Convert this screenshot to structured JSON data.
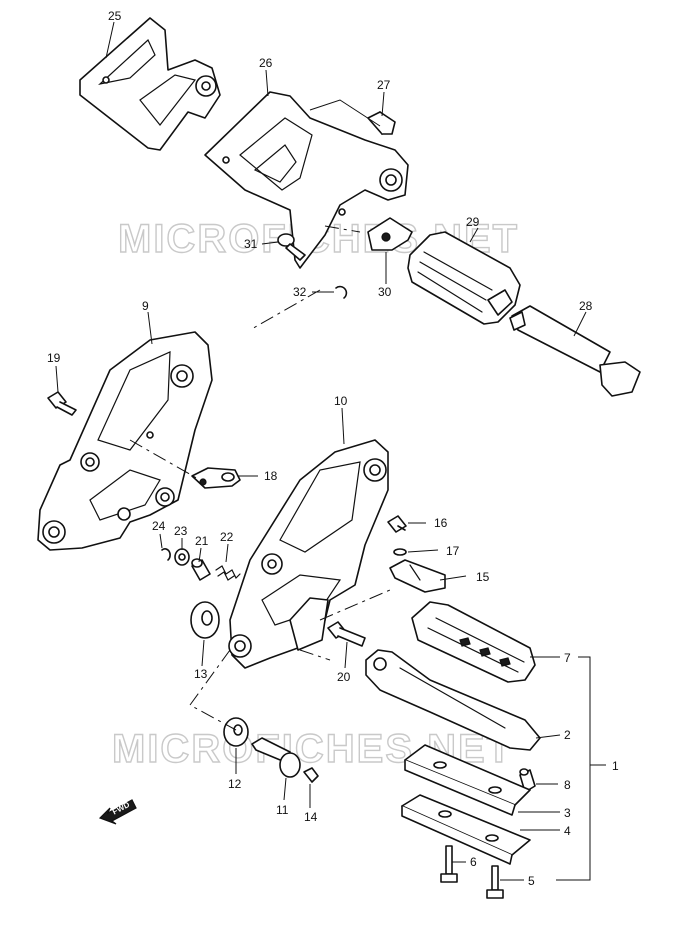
{
  "watermark": "MICROFICHES.NET",
  "fwd_label": "FWD",
  "callouts": {
    "c1": "1",
    "c2": "2",
    "c3": "3",
    "c4": "4",
    "c5": "5",
    "c6": "6",
    "c7": "7",
    "c8": "8",
    "c9": "9",
    "c10": "10",
    "c11": "11",
    "c12": "12",
    "c13": "13",
    "c14": "14",
    "c15": "15",
    "c16": "16",
    "c17": "17",
    "c18": "18",
    "c19": "19",
    "c20": "20",
    "c21": "21",
    "c22": "22",
    "c23": "23",
    "c24": "24",
    "c25": "25",
    "c26": "26",
    "c27": "27",
    "c28": "28",
    "c29": "29",
    "c30": "30",
    "c31": "31",
    "c32": "32"
  }
}
